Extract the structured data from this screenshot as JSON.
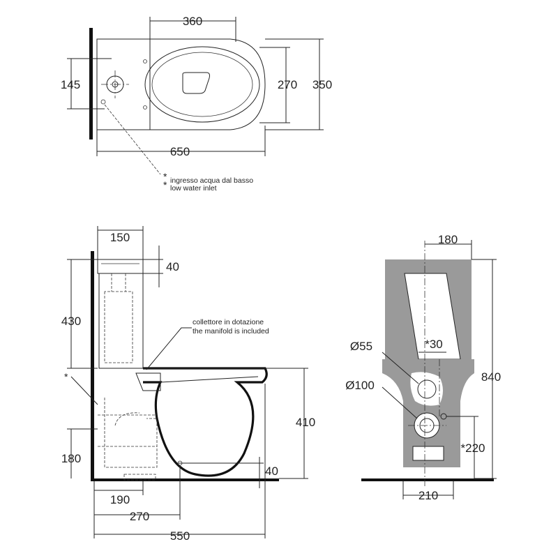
{
  "top_view": {
    "dim_width_inner": "360",
    "dim_bowl_width": "270",
    "dim_total_width": "350",
    "dim_inlet_height": "145",
    "dim_length": "650",
    "note_it": "ingresso acqua dal basso",
    "note_en": "low water inlet",
    "note_star": "*"
  },
  "side_view": {
    "dim_tank_depth": "150",
    "dim_lid": "40",
    "dim_tank_height": "430",
    "dim_star": "*",
    "manifold_it": "collettore in dotazione",
    "manifold_en": "the manifold is included",
    "dim_seat_height": "410",
    "dim_outlet_height": "180",
    "dim_floor_40": "40",
    "dim_190": "190",
    "dim_270": "270",
    "dim_550": "550"
  },
  "rear_view": {
    "dim_180": "180",
    "dim_30": "*30",
    "dim_d55": "Ø55",
    "dim_d100": "Ø100",
    "dim_840": "840",
    "dim_220": "*220",
    "dim_210": "210"
  }
}
